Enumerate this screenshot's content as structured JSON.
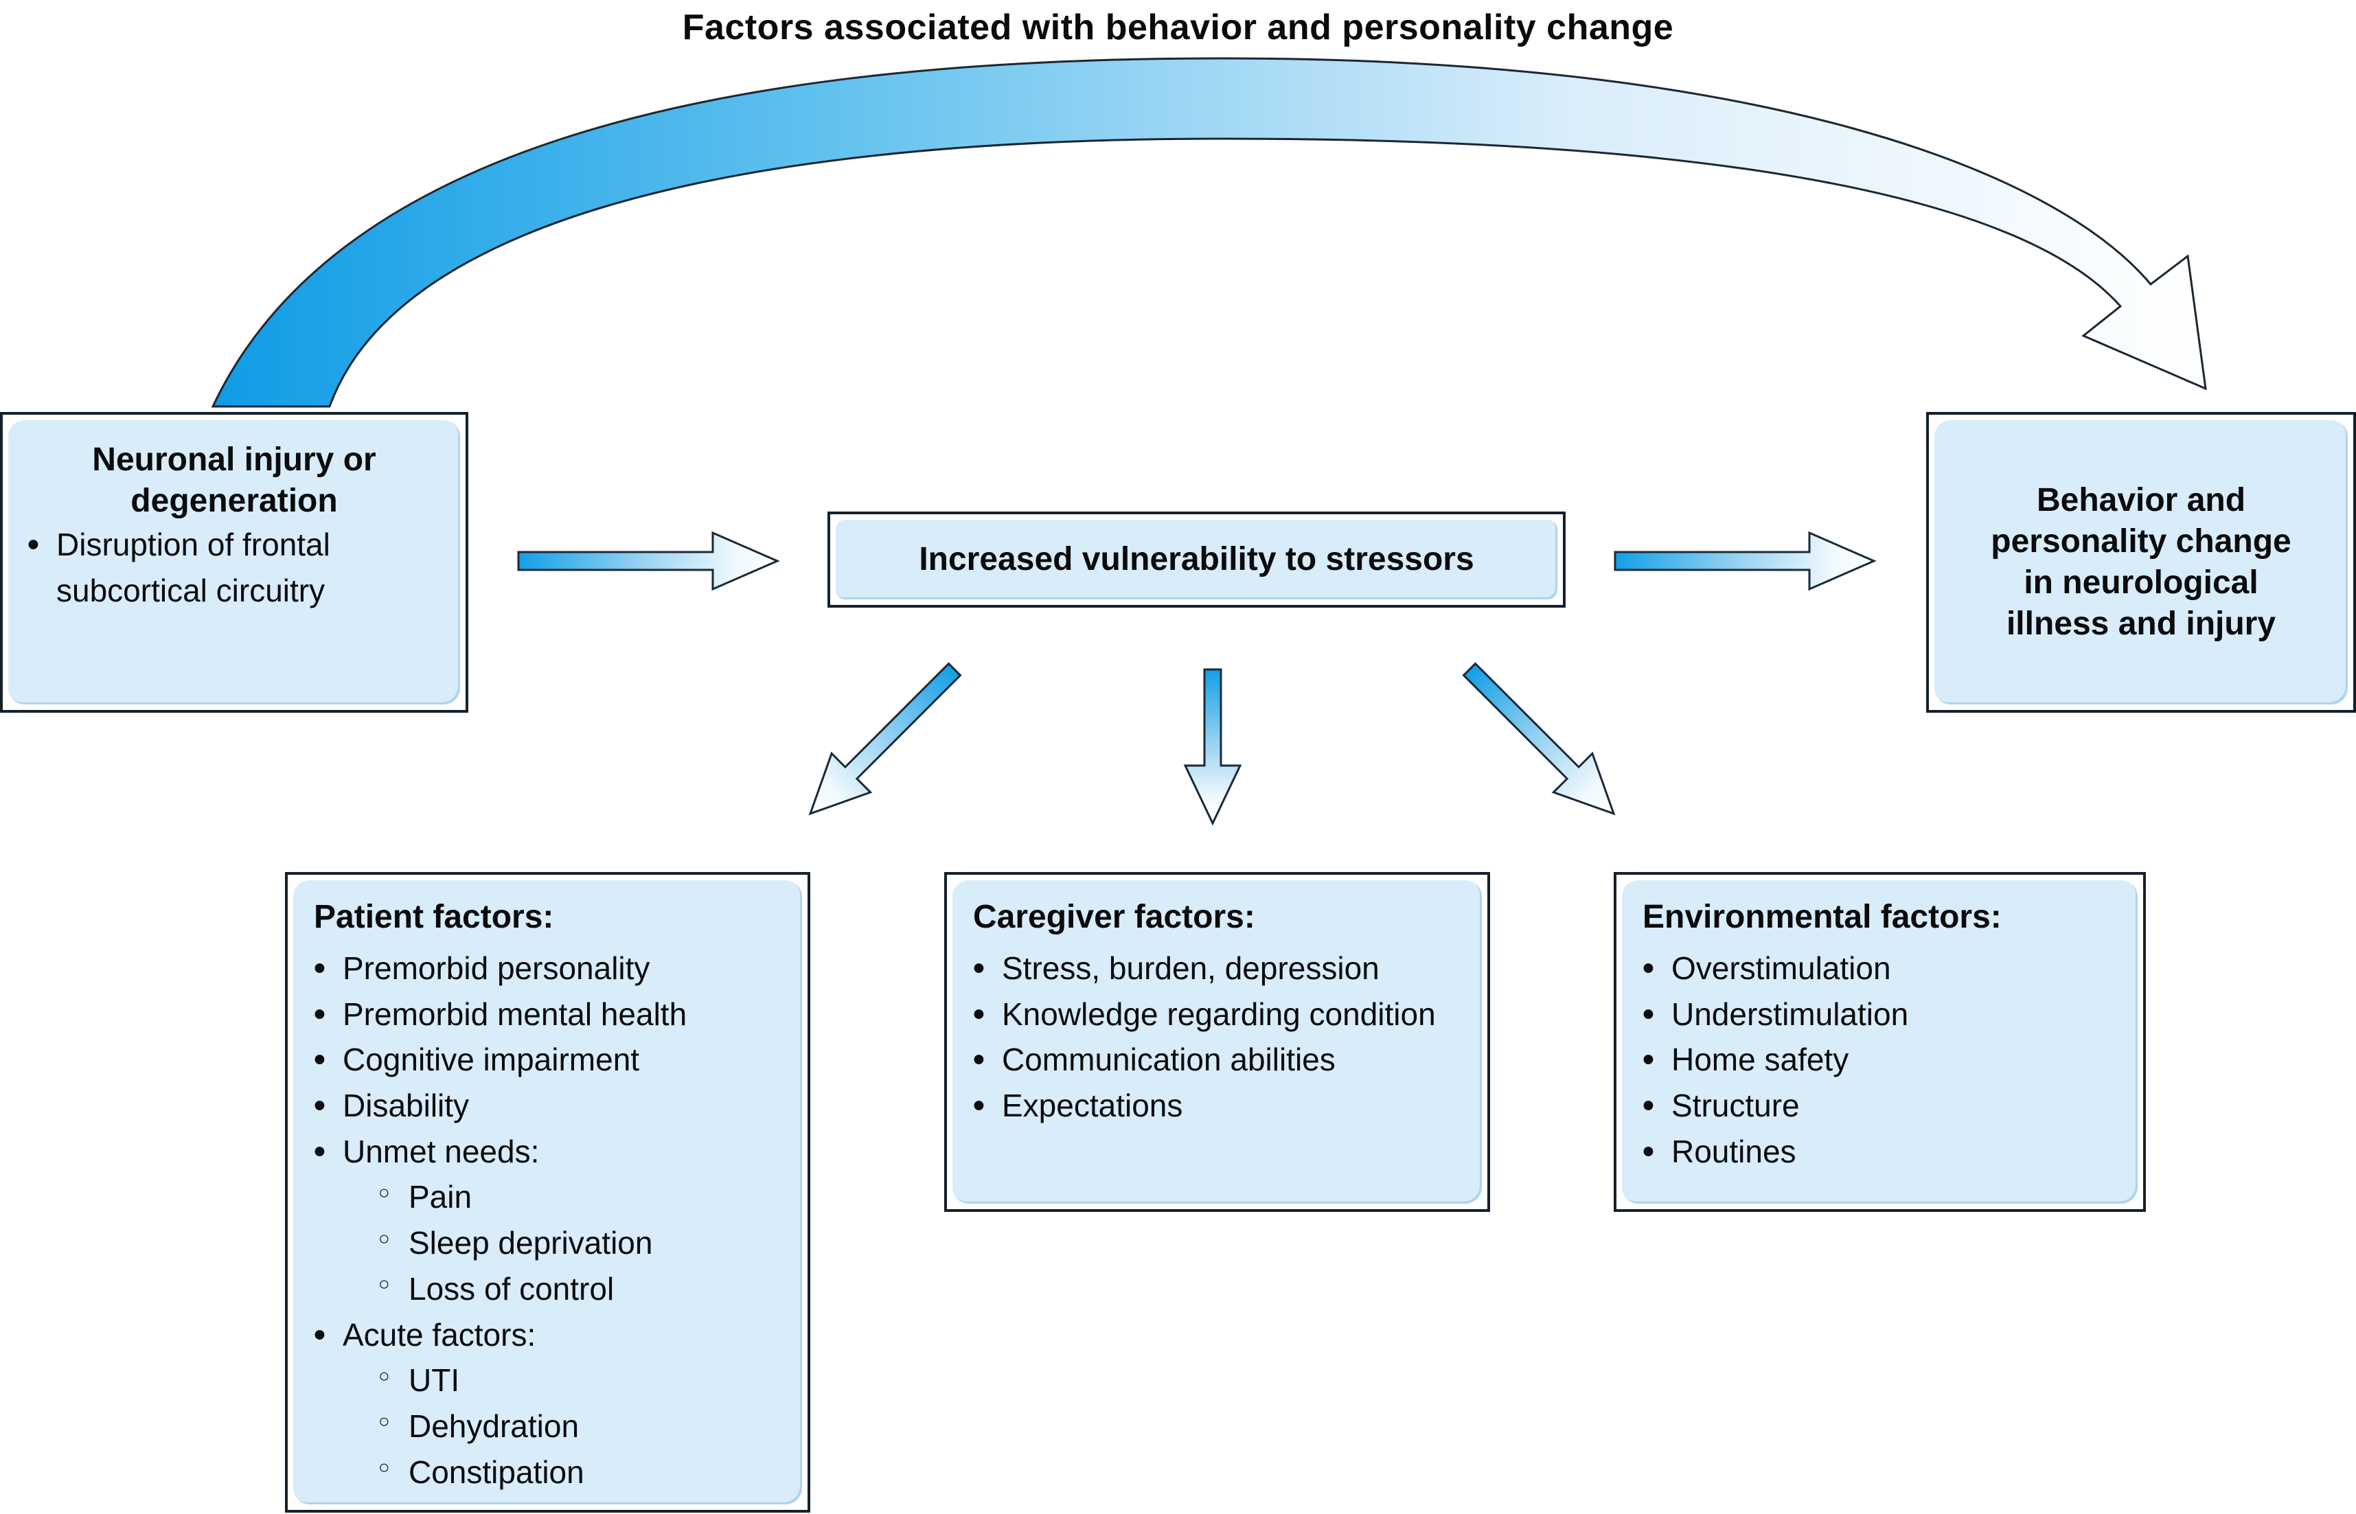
{
  "title": "Factors associated with behavior and personality change",
  "colors": {
    "box_fill": "#d8ecfa",
    "box_border": "#15202b",
    "arrow_blue": "#149fe6",
    "arrow_white": "#ffffff",
    "text": "#0b0b0d"
  },
  "boxes": {
    "neuronal": {
      "heading": "Neuronal injury or degeneration",
      "bullet": "Disruption of frontal subcortical circuitry"
    },
    "vulnerability": {
      "heading": "Increased vulnerability to stressors"
    },
    "behavior": {
      "heading": "Behavior and personality change in neurological illness and injury"
    },
    "patient": {
      "heading": "Patient factors:",
      "items": [
        {
          "level": 1,
          "text": "Premorbid personality"
        },
        {
          "level": 1,
          "text": "Premorbid mental health"
        },
        {
          "level": 1,
          "text": "Cognitive impairment"
        },
        {
          "level": 1,
          "text": "Disability"
        },
        {
          "level": 1,
          "text": "Unmet needs:"
        },
        {
          "level": 2,
          "text": "Pain"
        },
        {
          "level": 2,
          "text": "Sleep deprivation"
        },
        {
          "level": 2,
          "text": "Loss of control"
        },
        {
          "level": 1,
          "text": "Acute factors:"
        },
        {
          "level": 2,
          "text": "UTI"
        },
        {
          "level": 2,
          "text": "Dehydration"
        },
        {
          "level": 2,
          "text": "Constipation"
        }
      ]
    },
    "caregiver": {
      "heading": "Caregiver factors:",
      "items": [
        {
          "level": 1,
          "text": "Stress, burden, depression"
        },
        {
          "level": 1,
          "text": "Knowledge regarding condition"
        },
        {
          "level": 1,
          "text": "Communication abilities"
        },
        {
          "level": 1,
          "text": "Expectations"
        }
      ]
    },
    "environmental": {
      "heading": "Environmental factors:",
      "items": [
        {
          "level": 1,
          "text": "Overstimulation"
        },
        {
          "level": 1,
          "text": "Understimulation"
        },
        {
          "level": 1,
          "text": "Home safety"
        },
        {
          "level": 1,
          "text": "Structure"
        },
        {
          "level": 1,
          "text": "Routines"
        }
      ]
    }
  }
}
